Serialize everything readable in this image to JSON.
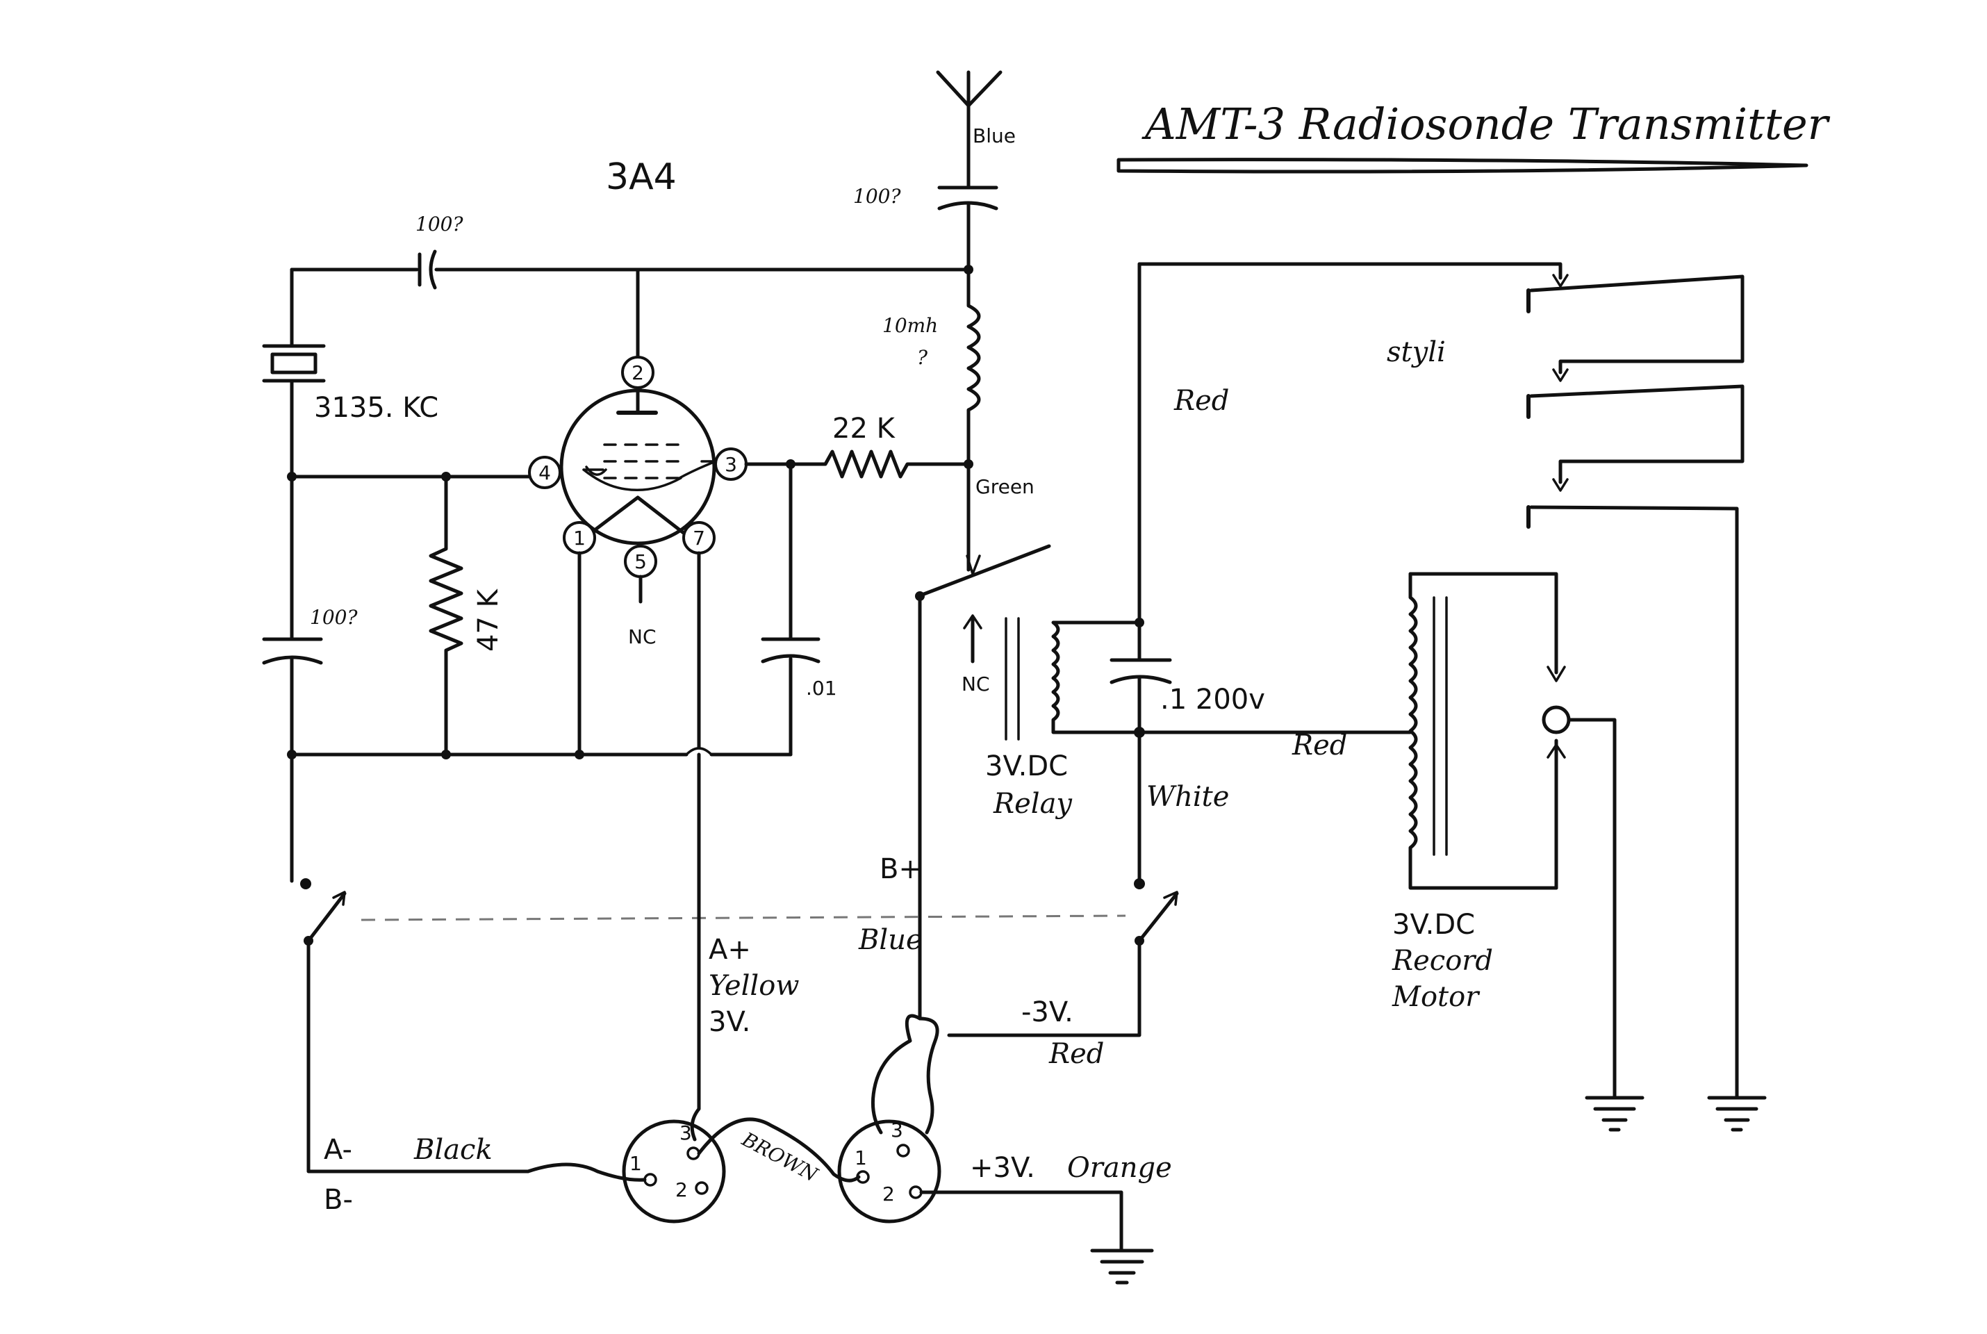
{
  "title": "AMT-3  Radiosonde Transmitter",
  "tube": {
    "type": "3A4",
    "pins": {
      "p1": "1",
      "p2": "2",
      "p3": "3",
      "p4": "4",
      "p5": "5",
      "p7": "7"
    },
    "nc": "NC"
  },
  "components": {
    "crystal_freq": "3135. KC",
    "cap_top": "100?",
    "cap_left": "100?",
    "cap_antenna": "100?",
    "resistor_grid": "47 K",
    "resistor_plate": "22 K",
    "choke": "10mh",
    "choke_q": "?",
    "cap_bypass": ".01",
    "cap_relay": ".1 200v",
    "relay_label": "3V.DC",
    "relay_label2": "Relay",
    "relay_nc": "NC",
    "motor_label": "3V.DC",
    "motor_label2": "Record",
    "motor_label3": "Motor",
    "styli": "styli"
  },
  "wires": {
    "antenna": "Blue",
    "green": "Green",
    "red_top": "Red",
    "red_mid": "Red",
    "white": "White",
    "bplus": "B+",
    "blue": "Blue",
    "aplus": "A+",
    "yellow": "Yellow",
    "a_volt": "3V.",
    "minus3v": "-3V.",
    "red_bottom": "Red",
    "a_minus": "A-",
    "b_minus": "B-",
    "black": "Black",
    "brown": "BROWN",
    "plus3v": "+3V.",
    "orange": "Orange"
  },
  "connectors": {
    "left": {
      "p1": "1",
      "p2": "2",
      "p3": "3"
    },
    "right": {
      "p1": "1",
      "p2": "2",
      "p3": "3"
    }
  }
}
